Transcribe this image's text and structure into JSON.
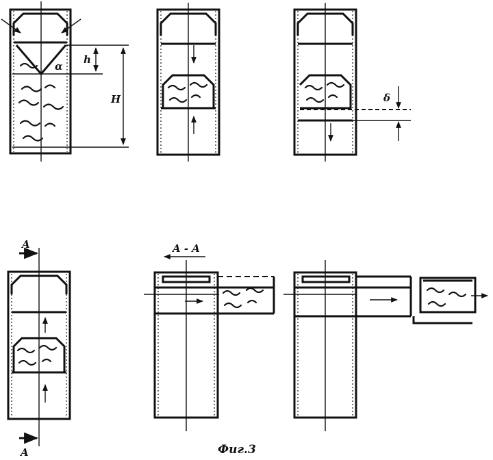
{
  "labels": {
    "h": "h",
    "H": "H",
    "alpha": "α",
    "delta": "δ",
    "section_a_top": "A",
    "section_a_bottom": "A",
    "section_aa": "A - A"
  },
  "caption": "Фиг.3"
}
